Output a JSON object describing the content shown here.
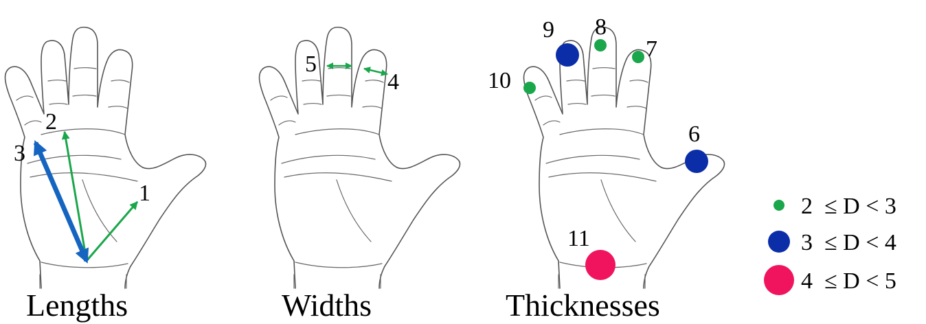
{
  "colors": {
    "green": "#1aa64a",
    "blue_arrow": "#1565c0",
    "dark_blue": "#0b2ea8",
    "pink": "#f0145e"
  },
  "panels": {
    "lengths": {
      "caption": "Lengths",
      "labels": {
        "m1": "1",
        "m2": "2",
        "m3": "3"
      }
    },
    "widths": {
      "caption": "Widths",
      "labels": {
        "m4": "4",
        "m5": "5"
      }
    },
    "thicknesses": {
      "caption": "Thicknesses",
      "labels": {
        "m6": "6",
        "m7": "7",
        "m8": "8",
        "m9": "9",
        "m10": "10",
        "m11": "11"
      }
    }
  },
  "legend": [
    {
      "text": "2  ≤ D < 3",
      "color": "green"
    },
    {
      "text": "3  ≤ D < 4",
      "color": "dark_blue"
    },
    {
      "text": "4  ≤ D < 5",
      "color": "pink"
    }
  ]
}
